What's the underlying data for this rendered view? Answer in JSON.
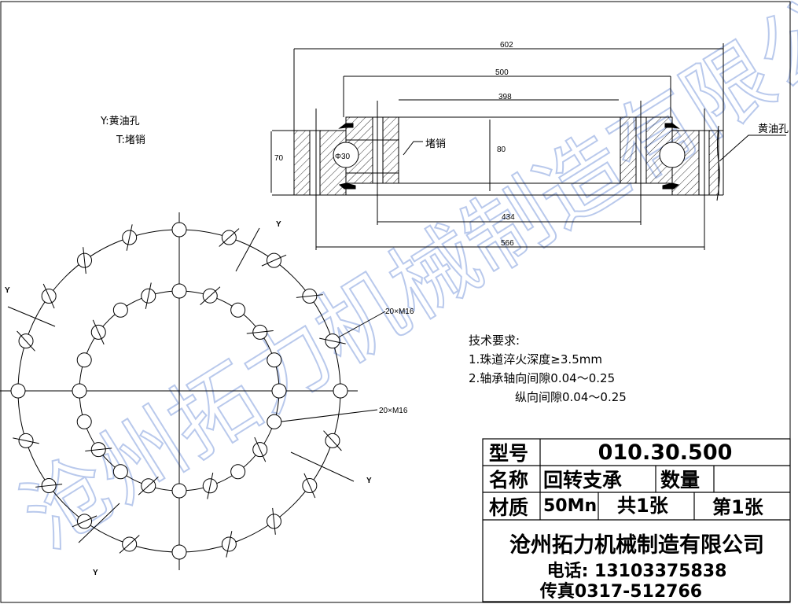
{
  "legend": {
    "y_label": "Y:黄油孔",
    "t_label": "T:堵销"
  },
  "section": {
    "dims": {
      "d602": "602",
      "d500": "500",
      "d398": "398",
      "d80": "80",
      "d70": "70",
      "d434": "434",
      "d566": "566"
    },
    "ball": "Φ30",
    "plug_pin": "堵销",
    "grease_hole": "黄油孔",
    "y_mark": "Y"
  },
  "plan": {
    "outer_holes": 20,
    "inner_holes": 20,
    "outer_label": "20×M16",
    "inner_label": "20×M16",
    "y_marks": [
      "Y",
      "Y",
      "Y"
    ]
  },
  "notes": {
    "title": "技术要求:",
    "line1": "1.珠道淬火深度≥3.5mm",
    "line2": "2.轴承轴向间隙0.04～0.25",
    "line3": "纵向间隙0.04～0.25"
  },
  "title_block": {
    "model_label": "型号",
    "model_value": "010.30.500",
    "name_label": "名称",
    "name_value": "回转支承",
    "qty_label": "数量",
    "qty_value": "",
    "material_label": "材质",
    "material_value": "50Mn",
    "sheets_total": "共1张",
    "sheet_no": "第1张",
    "company": "沧州拓力机械制造有限公司",
    "phone": "电话: 13103375838",
    "fax": "传真0317-512766"
  },
  "watermark": "沧州拓力机械制造有限公司",
  "colors": {
    "line": "#000000",
    "watermark": "#b9c9ec"
  }
}
